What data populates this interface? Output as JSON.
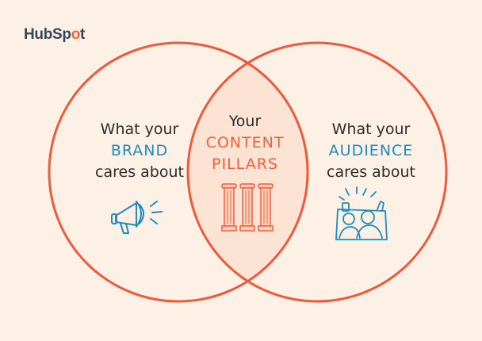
{
  "logo": {
    "text_before": "HubSp",
    "text_o": "o",
    "text_after": "t"
  },
  "diagram": {
    "left": {
      "line1": "What your",
      "highlight": "BRAND",
      "line3": "cares about"
    },
    "center": {
      "line1": "Your",
      "highlight1": "CONTENT",
      "highlight2": "PILLARS"
    },
    "right": {
      "line1": "What your",
      "highlight": "AUDIENCE",
      "line3": "cares about"
    }
  },
  "colors": {
    "background": "#fdf1e6",
    "circle_stroke": "#ee5a3b",
    "overlap_fill": "#fce3d3",
    "blue_accent": "#1f8bc4",
    "orange_accent": "#f1603d"
  },
  "icons": {
    "left": "megaphone-icon",
    "center": "pillars-icon",
    "right": "audience-crowd-icon"
  }
}
